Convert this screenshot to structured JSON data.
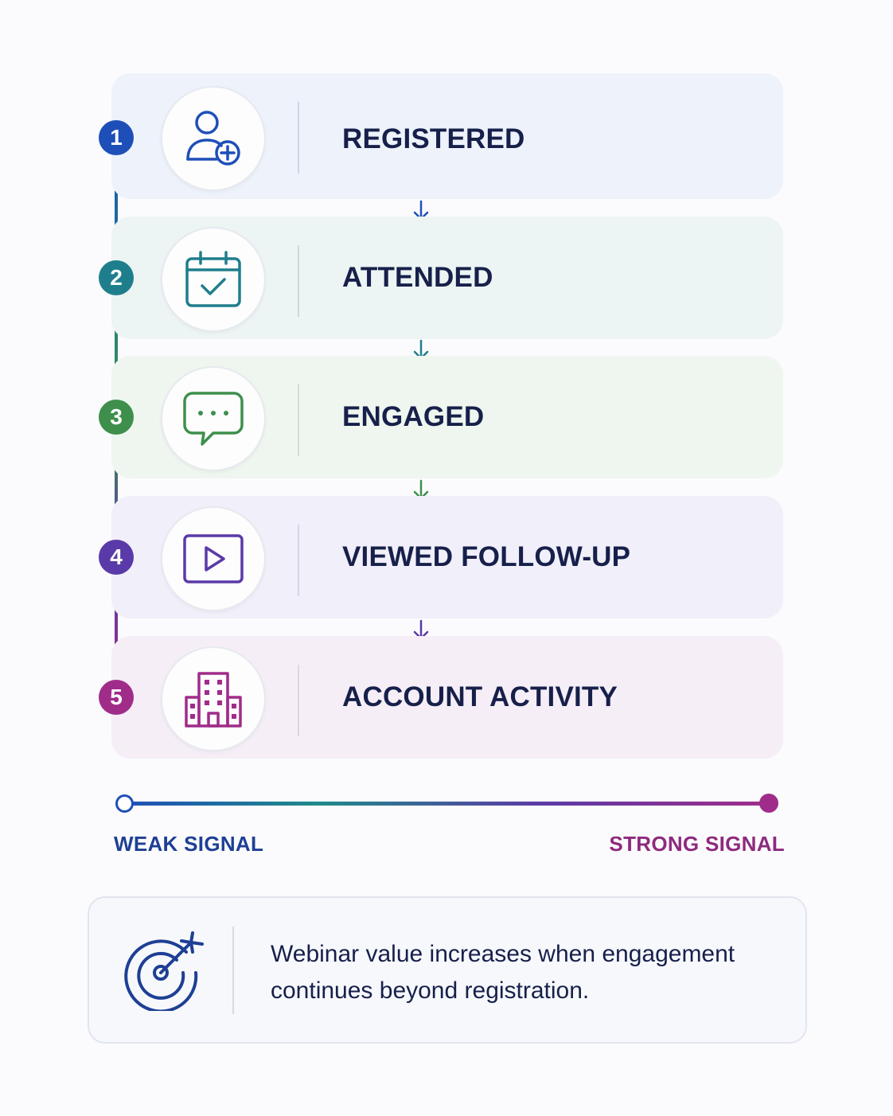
{
  "stages": [
    {
      "number": "1",
      "label": "REGISTERED",
      "icon": "user-add-icon",
      "color": "#1e4fb8"
    },
    {
      "number": "2",
      "label": "ATTENDED",
      "icon": "calendar-check-icon",
      "color": "#1f7e8c"
    },
    {
      "number": "3",
      "label": "ENGAGED",
      "icon": "chat-bubble-icon",
      "color": "#3e8f4c"
    },
    {
      "number": "4",
      "label": "VIEWED FOLLOW-UP",
      "icon": "video-play-icon",
      "color": "#5a3aa8"
    },
    {
      "number": "5",
      "label": "ACCOUNT ACTIVITY",
      "icon": "building-icon",
      "color": "#a02c8a"
    }
  ],
  "signal_scale": {
    "start_label": "WEAK SIGNAL",
    "end_label": "STRONG SIGNAL",
    "start_color": "#1e4fb8",
    "end_color": "#a02c8a"
  },
  "note": {
    "icon": "target-icon",
    "text": "Webinar value increases when engagement continues beyond registration."
  }
}
